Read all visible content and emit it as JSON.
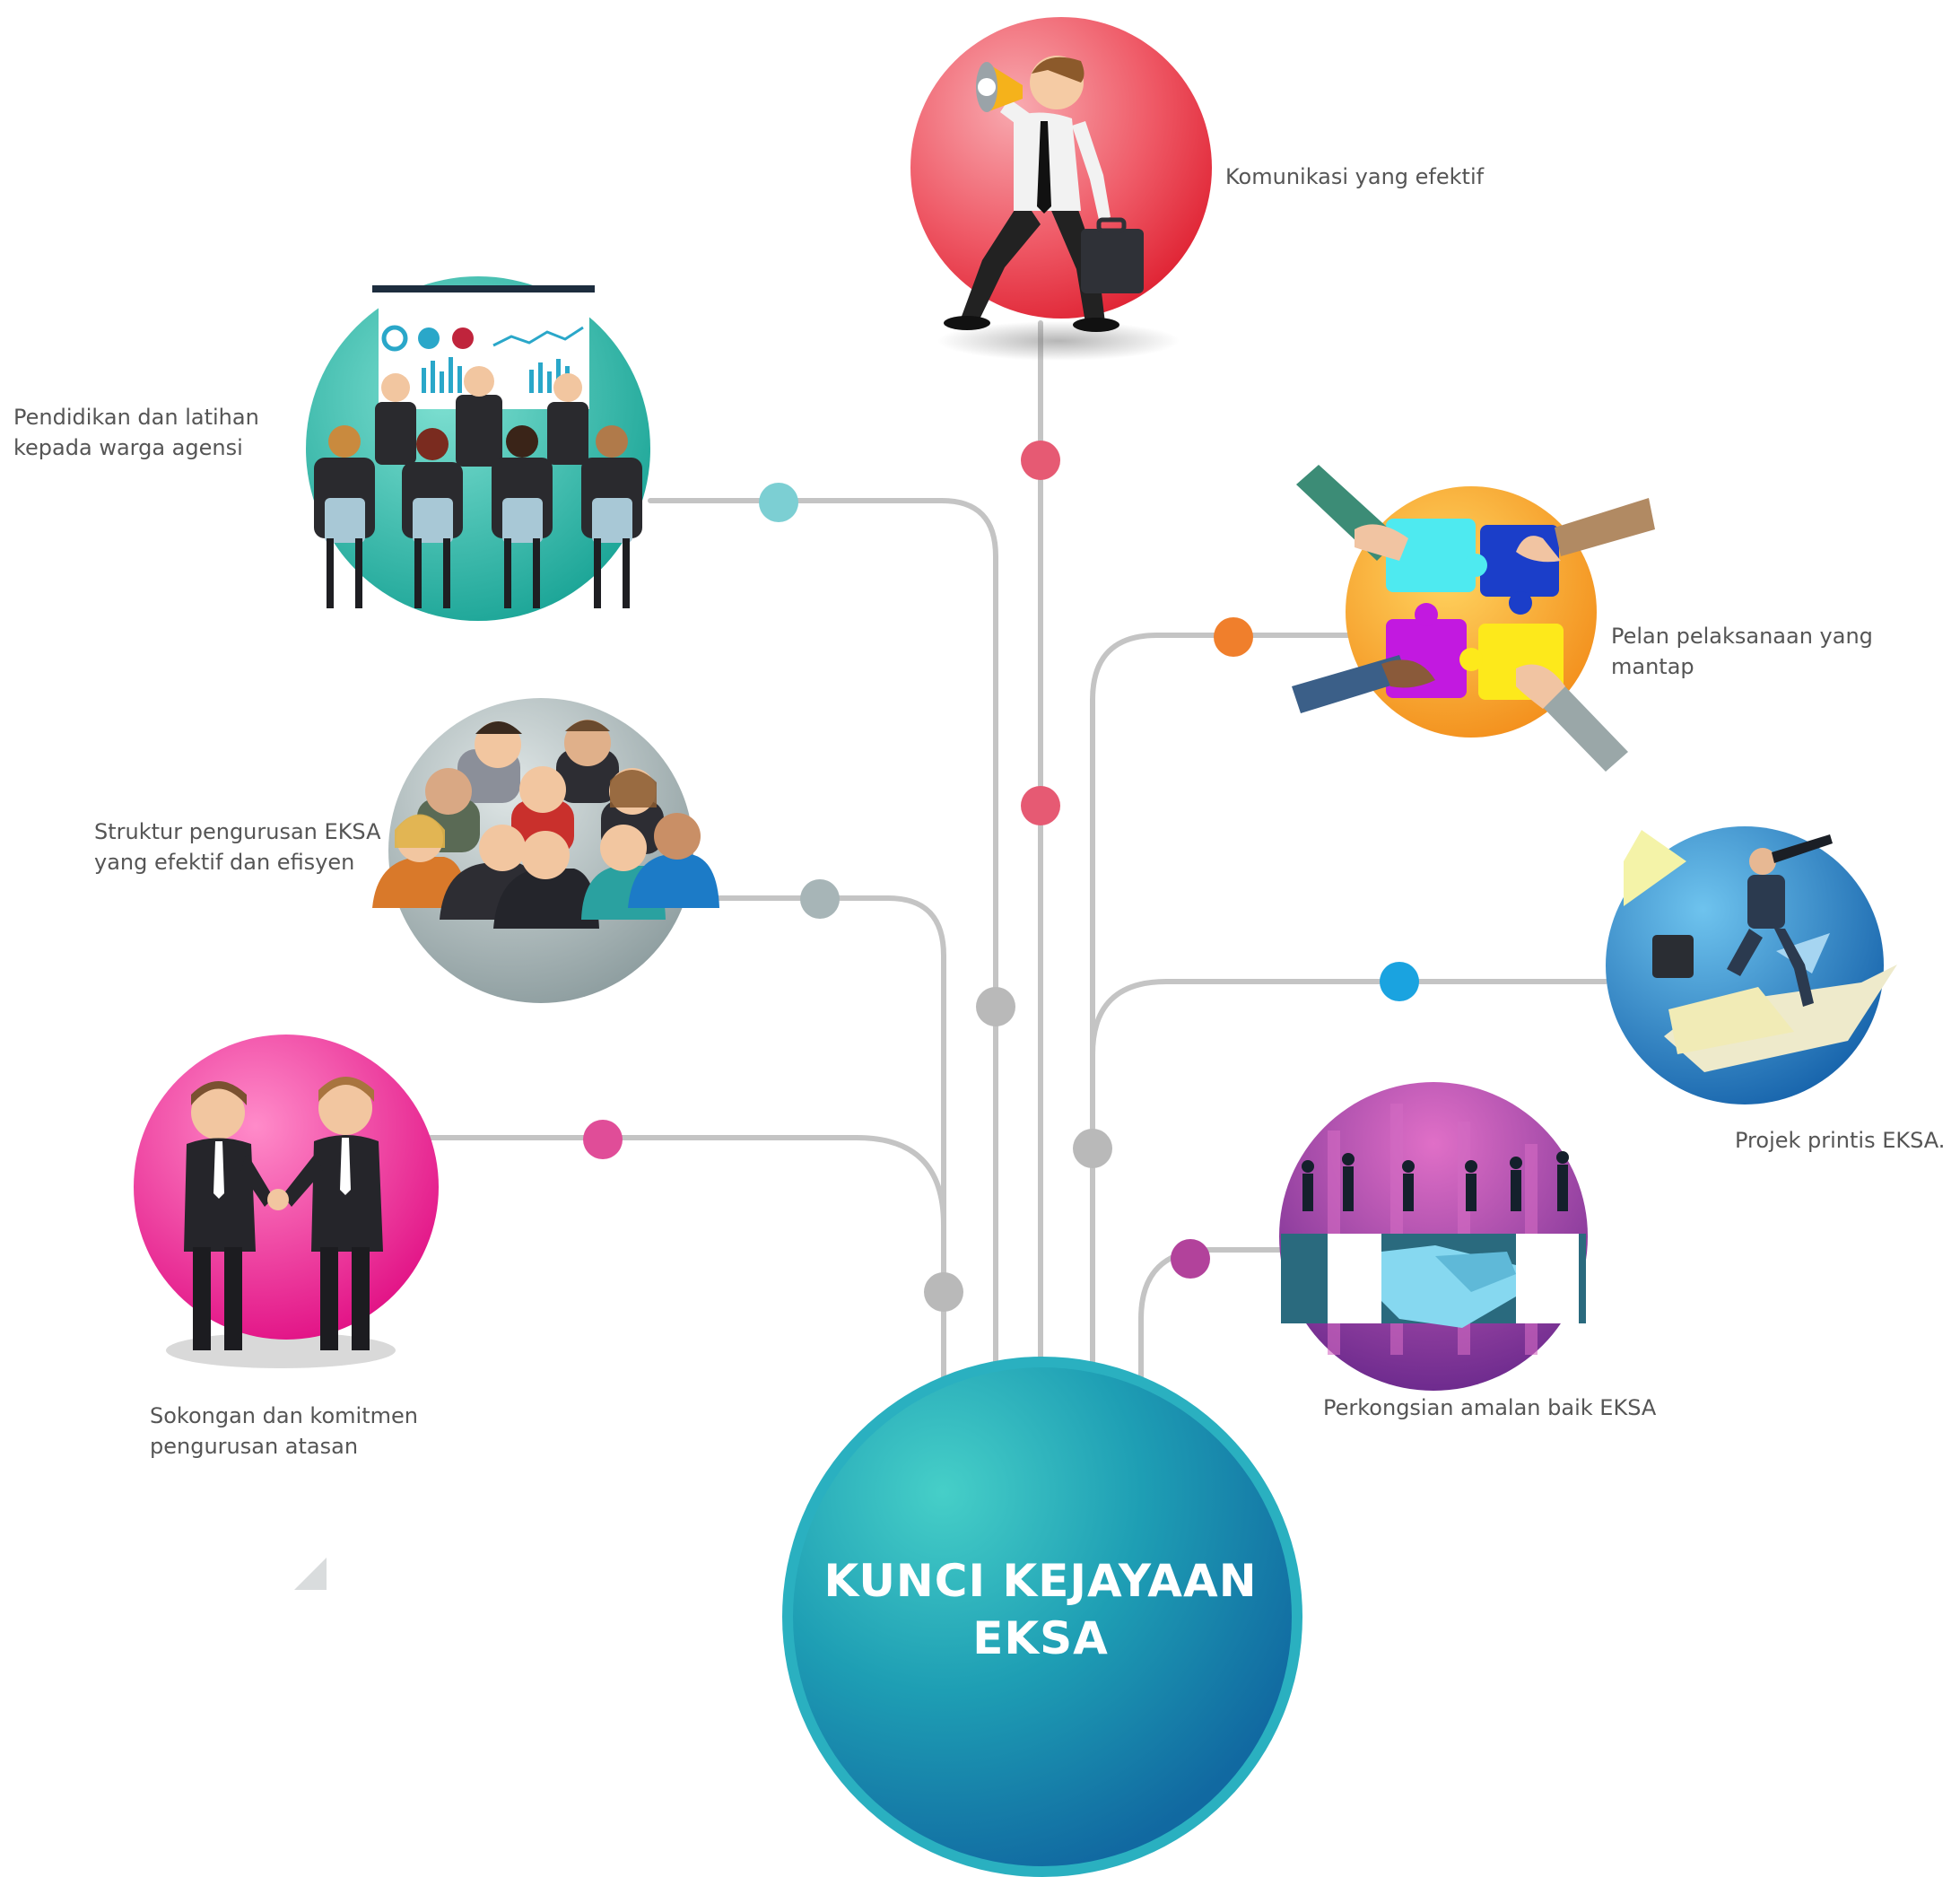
{
  "hub": {
    "title": "KUNCI KEJAYAAN\nEKSA",
    "color": "#1e93b0"
  },
  "nodes": [
    {
      "label": "Komunikasi yang efektif",
      "color": "#e9394a",
      "icon": "megaphone-man-icon"
    },
    {
      "label": "Pendidikan dan latihan\nkepada warga agensi",
      "color": "#1aa79b",
      "icon": "classroom-presentation-icon"
    },
    {
      "label": "Pelan pelaksanaan yang mantap",
      "color": "#f39a1e",
      "icon": "puzzle-hands-icon"
    },
    {
      "label": "Struktur pengurusan EKSA\nyang efektif dan efisyen",
      "color": "#9aa9ab",
      "icon": "team-group-icon"
    },
    {
      "label": "Projek printis EKSA.",
      "color": "#1b7fc1",
      "icon": "businessman-telescope-icon"
    },
    {
      "label": "Sokongan dan komitmen\npengurusan atasan",
      "color": "#e8168a",
      "icon": "handshake-businessmen-icon"
    },
    {
      "label": "Perkongsian amalan baik EKSA",
      "color": "#9a3f9e",
      "icon": "handshake-purple-icon"
    }
  ],
  "connector_dots": {
    "line_color": "#c4c4c4",
    "junction_color": "#b9b9b9",
    "communication": "#e65a73",
    "education": "#7ccfd3",
    "planning": "#f07f2c",
    "structure": "#a7b5b7",
    "pilot": "#1aa3e0",
    "support": "#e04d98",
    "sharing": "#b2429b"
  }
}
